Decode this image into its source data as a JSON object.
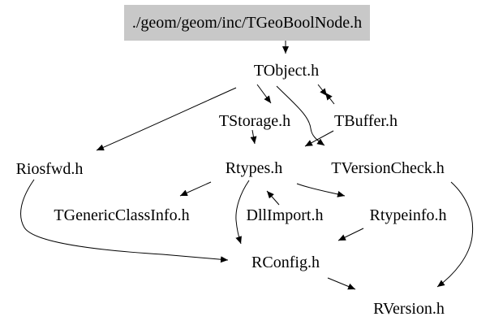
{
  "diagram": {
    "type": "include-dependency-graph",
    "root": {
      "label": "./geom/geom/inc/TGeoBoolNode.h",
      "fill": "#c8c8c8"
    },
    "nodes": [
      {
        "id": "tobject",
        "label": "TObject.h"
      },
      {
        "id": "tstorage",
        "label": "TStorage.h"
      },
      {
        "id": "tbuffer",
        "label": "TBuffer.h"
      },
      {
        "id": "riosfwd",
        "label": "Riosfwd.h"
      },
      {
        "id": "rtypes",
        "label": "Rtypes.h"
      },
      {
        "id": "tversioncheck",
        "label": "TVersionCheck.h"
      },
      {
        "id": "tgenericclassinfo",
        "label": "TGenericClassInfo.h"
      },
      {
        "id": "dllimport",
        "label": "DllImport.h"
      },
      {
        "id": "rtypeinfo",
        "label": "Rtypeinfo.h"
      },
      {
        "id": "rconfig",
        "label": "RConfig.h"
      },
      {
        "id": "rversion",
        "label": "RVersion.h"
      }
    ],
    "edges": [
      {
        "from": "TGeoBoolNode.h",
        "to": "TObject.h"
      },
      {
        "from": "TObject.h",
        "to": "Riosfwd.h"
      },
      {
        "from": "TObject.h",
        "to": "TStorage.h"
      },
      {
        "from": "TObject.h",
        "to": "TBuffer.h"
      },
      {
        "from": "TBuffer.h",
        "to": "TObject.h"
      },
      {
        "from": "TStorage.h",
        "to": "Rtypes.h"
      },
      {
        "from": "TObject.h",
        "to": "TVersionCheck.h"
      },
      {
        "from": "TBuffer.h",
        "to": "Rtypes.h"
      },
      {
        "from": "Rtypes.h",
        "to": "TGenericClassInfo.h"
      },
      {
        "from": "DllImport.h",
        "to": "Rtypes.h"
      },
      {
        "from": "Rtypes.h",
        "to": "Rtypeinfo.h"
      },
      {
        "from": "TVersionCheck.h",
        "to": "RVersion.h"
      },
      {
        "from": "Rtypes.h",
        "to": "RConfig.h"
      },
      {
        "from": "Rtypeinfo.h",
        "to": "RConfig.h"
      },
      {
        "from": "Riosfwd.h",
        "to": "RConfig.h"
      },
      {
        "from": "RConfig.h",
        "to": "RVersion.h"
      }
    ],
    "colors": {
      "background": "#ffffff",
      "edge": "#000000",
      "text": "#000000",
      "root_fill": "#c8c8c8"
    }
  }
}
